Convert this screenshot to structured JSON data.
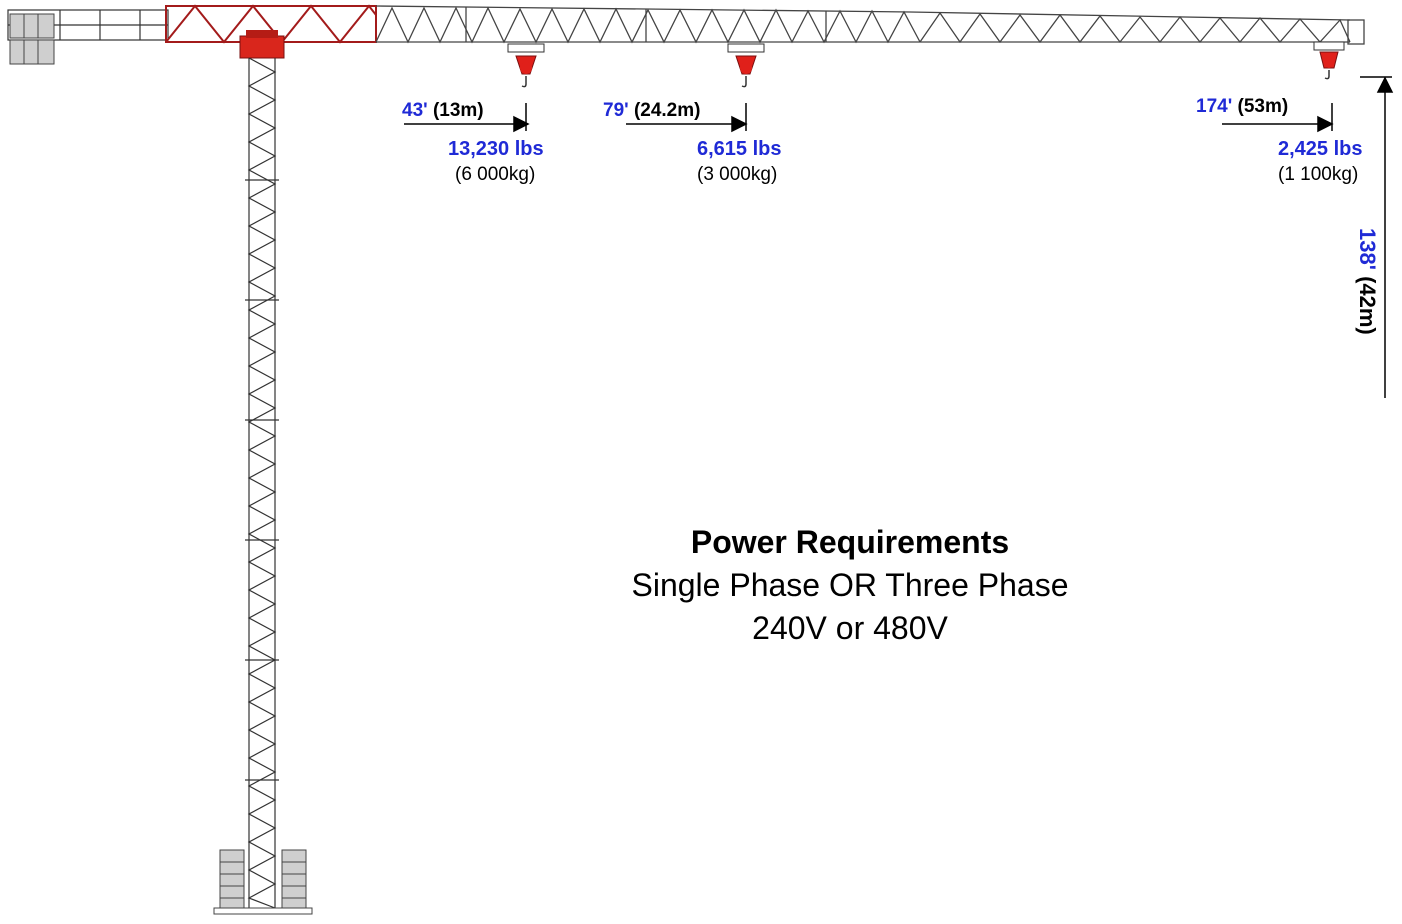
{
  "loads": [
    {
      "feet": "43'",
      "meters": "(13m)",
      "lbs": "13,230 lbs",
      "kg": "(6 000kg)"
    },
    {
      "feet": "79'",
      "meters": "(24.2m)",
      "lbs": "6,615 lbs",
      "kg": "(3 000kg)"
    },
    {
      "feet": "174'",
      "meters": "(53m)",
      "lbs": "2,425 lbs",
      "kg": "(1 100kg)"
    }
  ],
  "height": {
    "feet": "138'",
    "meters": "(42m)"
  },
  "power": {
    "title": "Power Requirements",
    "line1": "Single Phase OR Three Phase",
    "line2": "240V or 480V"
  },
  "colors": {
    "accent_blue": "#1f2ad6",
    "crane_red": "#b22222",
    "hook_red": "#e0201a",
    "ballast_gray": "#c8c8c8"
  }
}
